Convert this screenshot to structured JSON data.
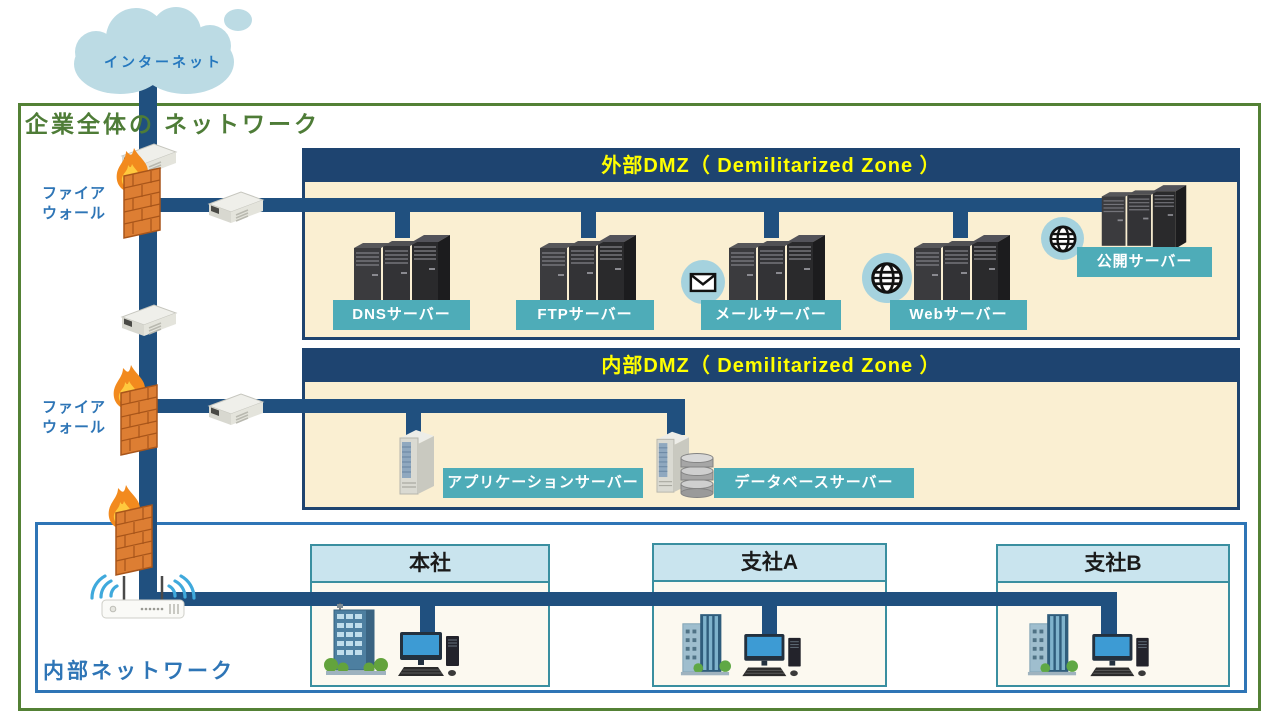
{
  "cloud": {
    "label": "インターネット"
  },
  "enterprise": {
    "title_left": "企業全体の",
    "title_right": "ネットワーク"
  },
  "labels": {
    "firewall": "ファイア\nウォール"
  },
  "external_dmz": {
    "title": "外部DMZ（ Demilitarized Zone ）",
    "servers": [
      {
        "label": "DNSサーバー",
        "icon": "server"
      },
      {
        "label": "FTPサーバー",
        "icon": "server"
      },
      {
        "label": "メールサーバー",
        "icon": "mail"
      },
      {
        "label": "Webサーバー",
        "icon": "globe"
      },
      {
        "label": "公開サーバー",
        "icon": "globe"
      }
    ]
  },
  "internal_dmz": {
    "title": "内部DMZ（ Demilitarized Zone ）",
    "servers": [
      {
        "label": "アプリケーションサーバー",
        "icon": "application-server"
      },
      {
        "label": "データベースサーバー",
        "icon": "database-server"
      }
    ]
  },
  "internal_network": {
    "label": "内部ネットワーク",
    "sites": [
      {
        "label": "本社"
      },
      {
        "label": "支社A"
      },
      {
        "label": "支社B"
      }
    ]
  },
  "colors": {
    "line_navy": "#20507F",
    "zone_header_navy": "#1E4470",
    "zone_body_cream": "#FAEFD2",
    "server_label_teal": "#4EACB8",
    "enterprise_border_green": "#538135",
    "blue_text": "#2E75B6",
    "header_text_yellow": "#FFFF00",
    "badge_blue": "#A5D2DE",
    "site_border_teal": "#3A8FA0",
    "site_header_blue": "#C9E4EE"
  }
}
